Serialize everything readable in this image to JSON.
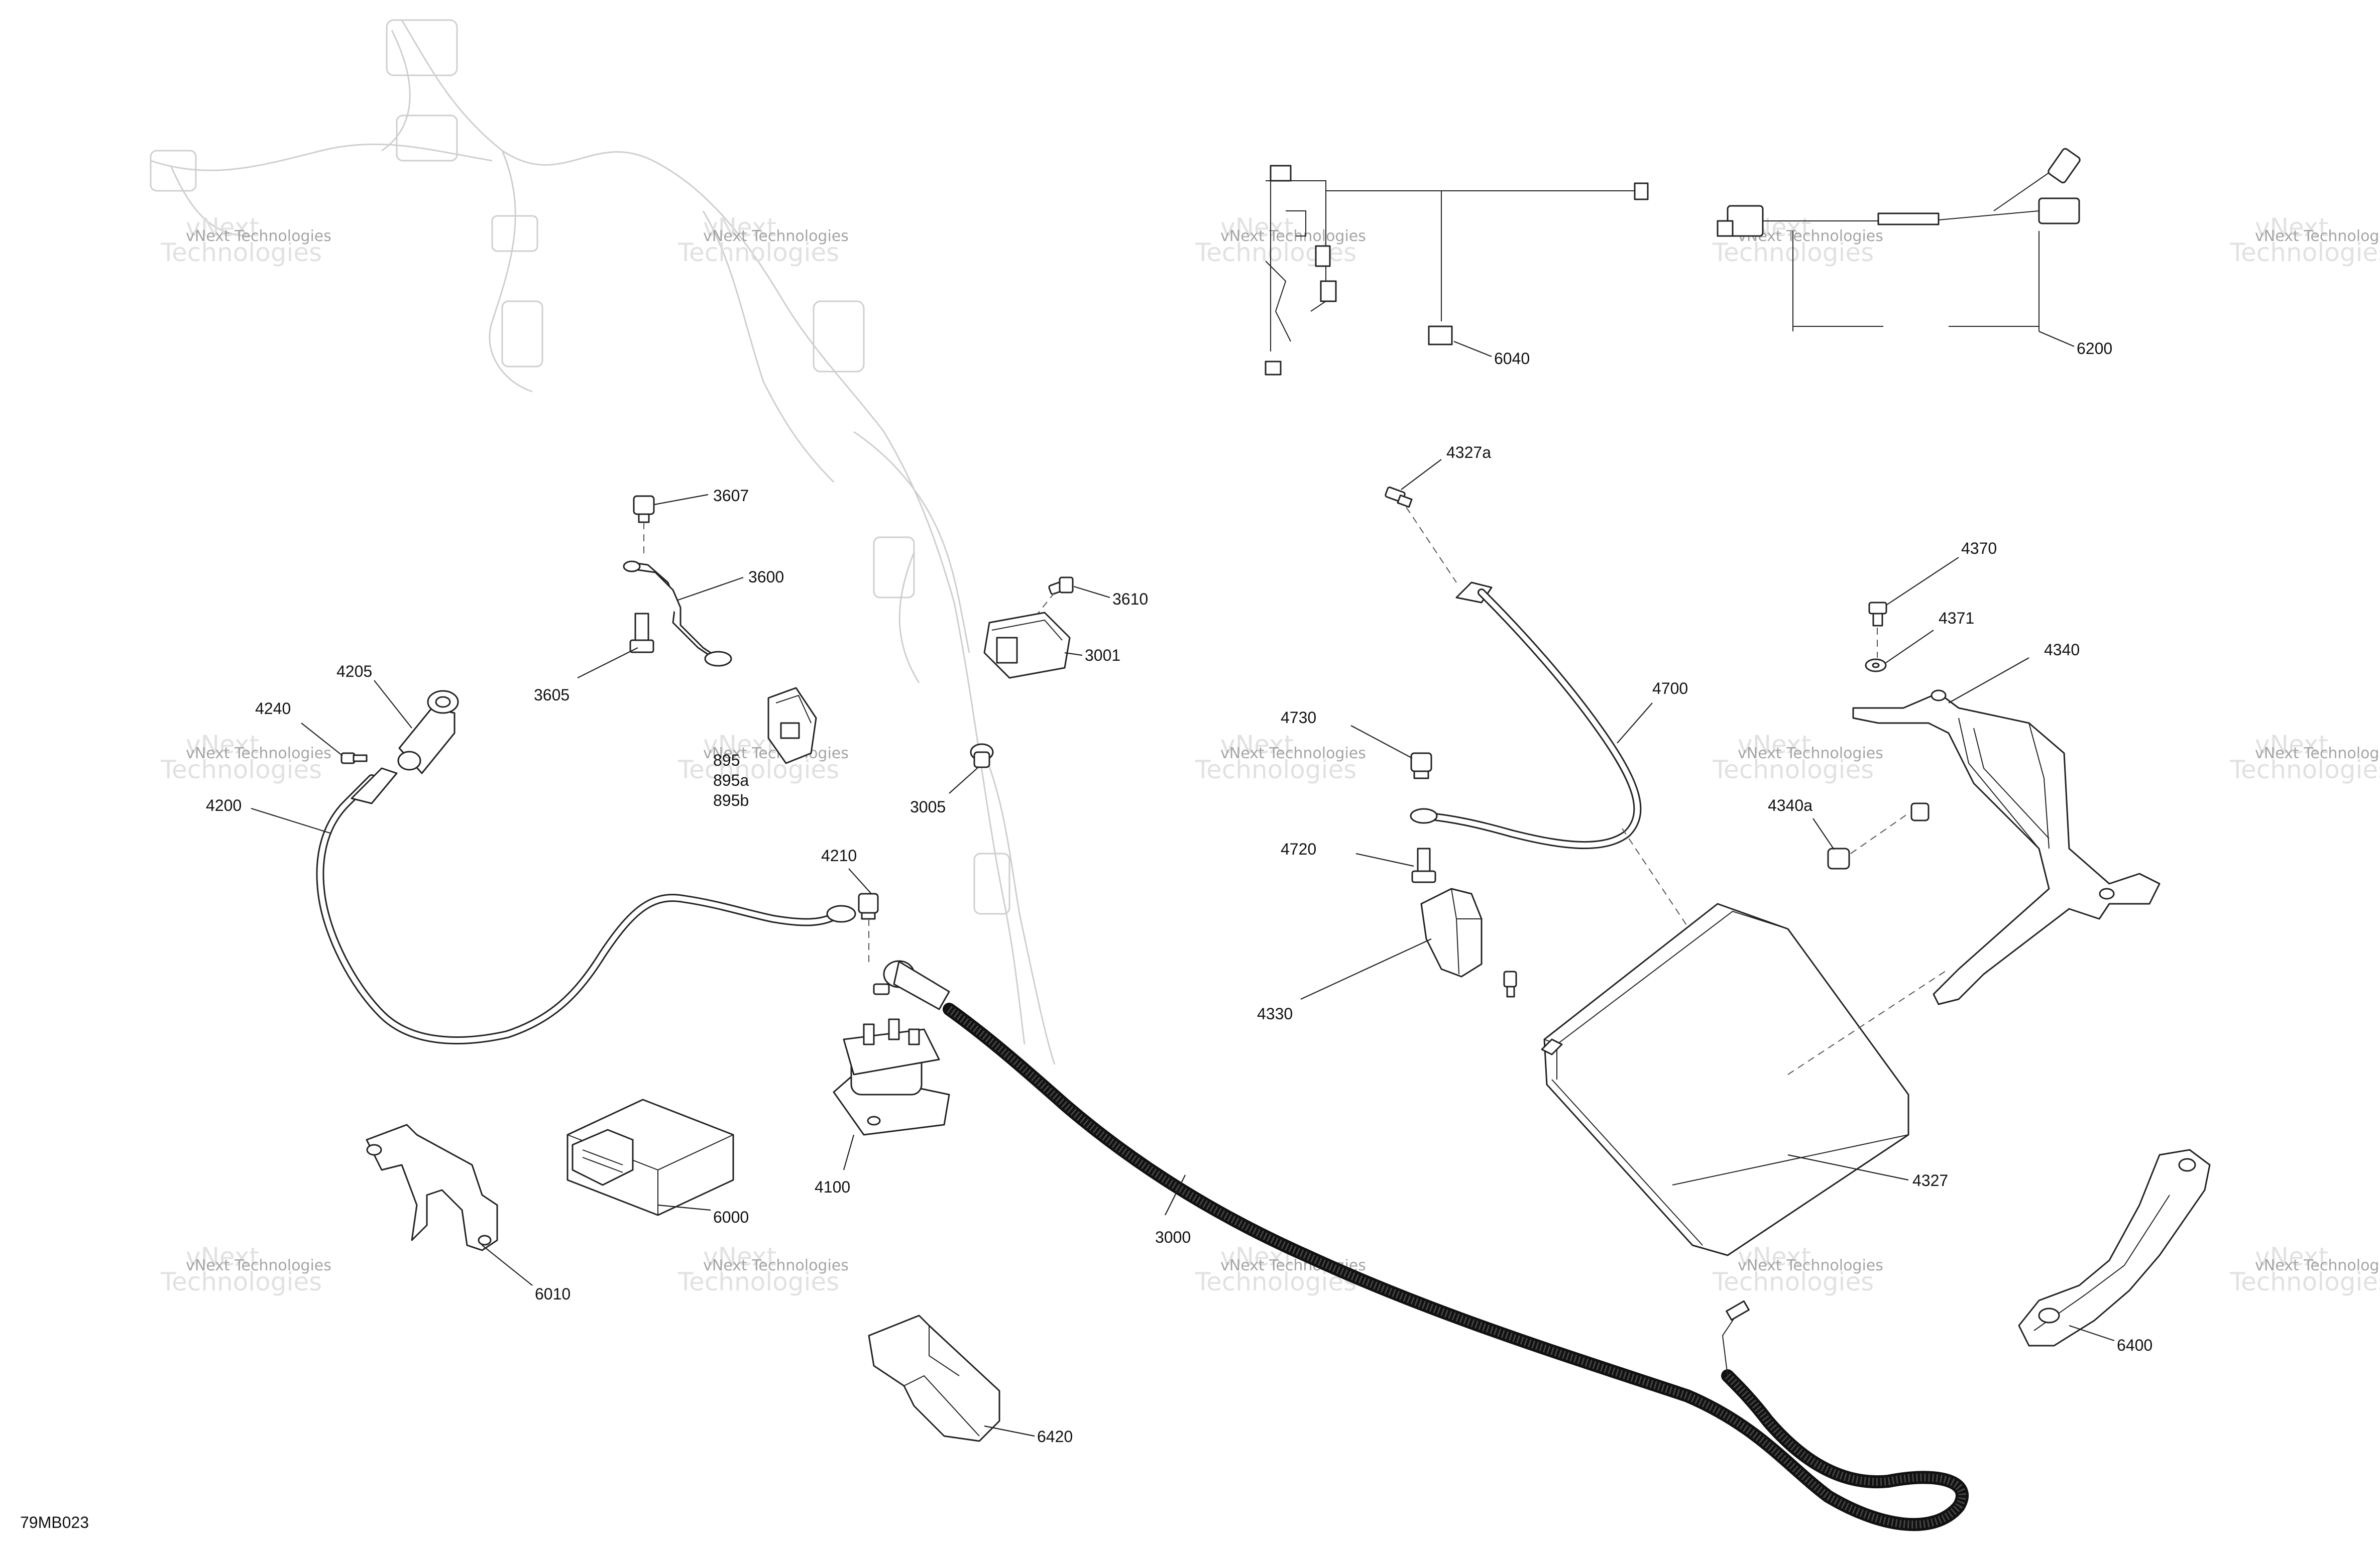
{
  "diagram_id": "79MB023",
  "watermark": {
    "line1": "vNext Technologies",
    "line2": "vNext",
    "line3": "Technologies"
  },
  "parts": {
    "p3000": "3000",
    "p3001": "3001",
    "p3005": "3005",
    "p3600": "3600",
    "p3605": "3605",
    "p3607": "3607",
    "p3610": "3610",
    "p4100": "4100",
    "p4200": "4200",
    "p4205": "4205",
    "p4210": "4210",
    "p4240": "4240",
    "p4327": "4327",
    "p4327a": "4327a",
    "p4330": "4330",
    "p4340": "4340",
    "p4340a": "4340a",
    "p4370": "4370",
    "p4371": "4371",
    "p4700": "4700",
    "p4720": "4720",
    "p4730": "4730",
    "p6000": "6000",
    "p6010": "6010",
    "p6040": "6040",
    "p6200": "6200",
    "p6400": "6400",
    "p6420": "6420",
    "p895": "895",
    "p895a": "895a",
    "p895b": "895b"
  }
}
